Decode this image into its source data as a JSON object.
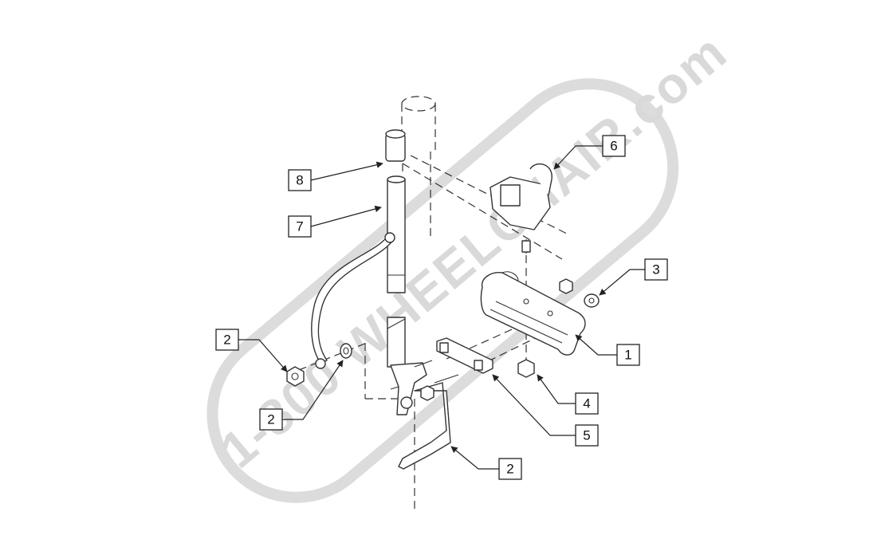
{
  "watermark": {
    "text": "1-800 WHEELCHAIR.com"
  },
  "callouts": [
    {
      "id": "c1",
      "label": "1"
    },
    {
      "id": "c2a",
      "label": "2"
    },
    {
      "id": "c2b",
      "label": "2"
    },
    {
      "id": "c2c",
      "label": "2"
    },
    {
      "id": "c3",
      "label": "3"
    },
    {
      "id": "c4",
      "label": "4"
    },
    {
      "id": "c5",
      "label": "5"
    },
    {
      "id": "c6",
      "label": "6"
    },
    {
      "id": "c7",
      "label": "7"
    },
    {
      "id": "c8",
      "label": "8"
    }
  ],
  "colors": {
    "line": "#333333",
    "watermark": "#d9d9d9",
    "background": "#ffffff"
  }
}
